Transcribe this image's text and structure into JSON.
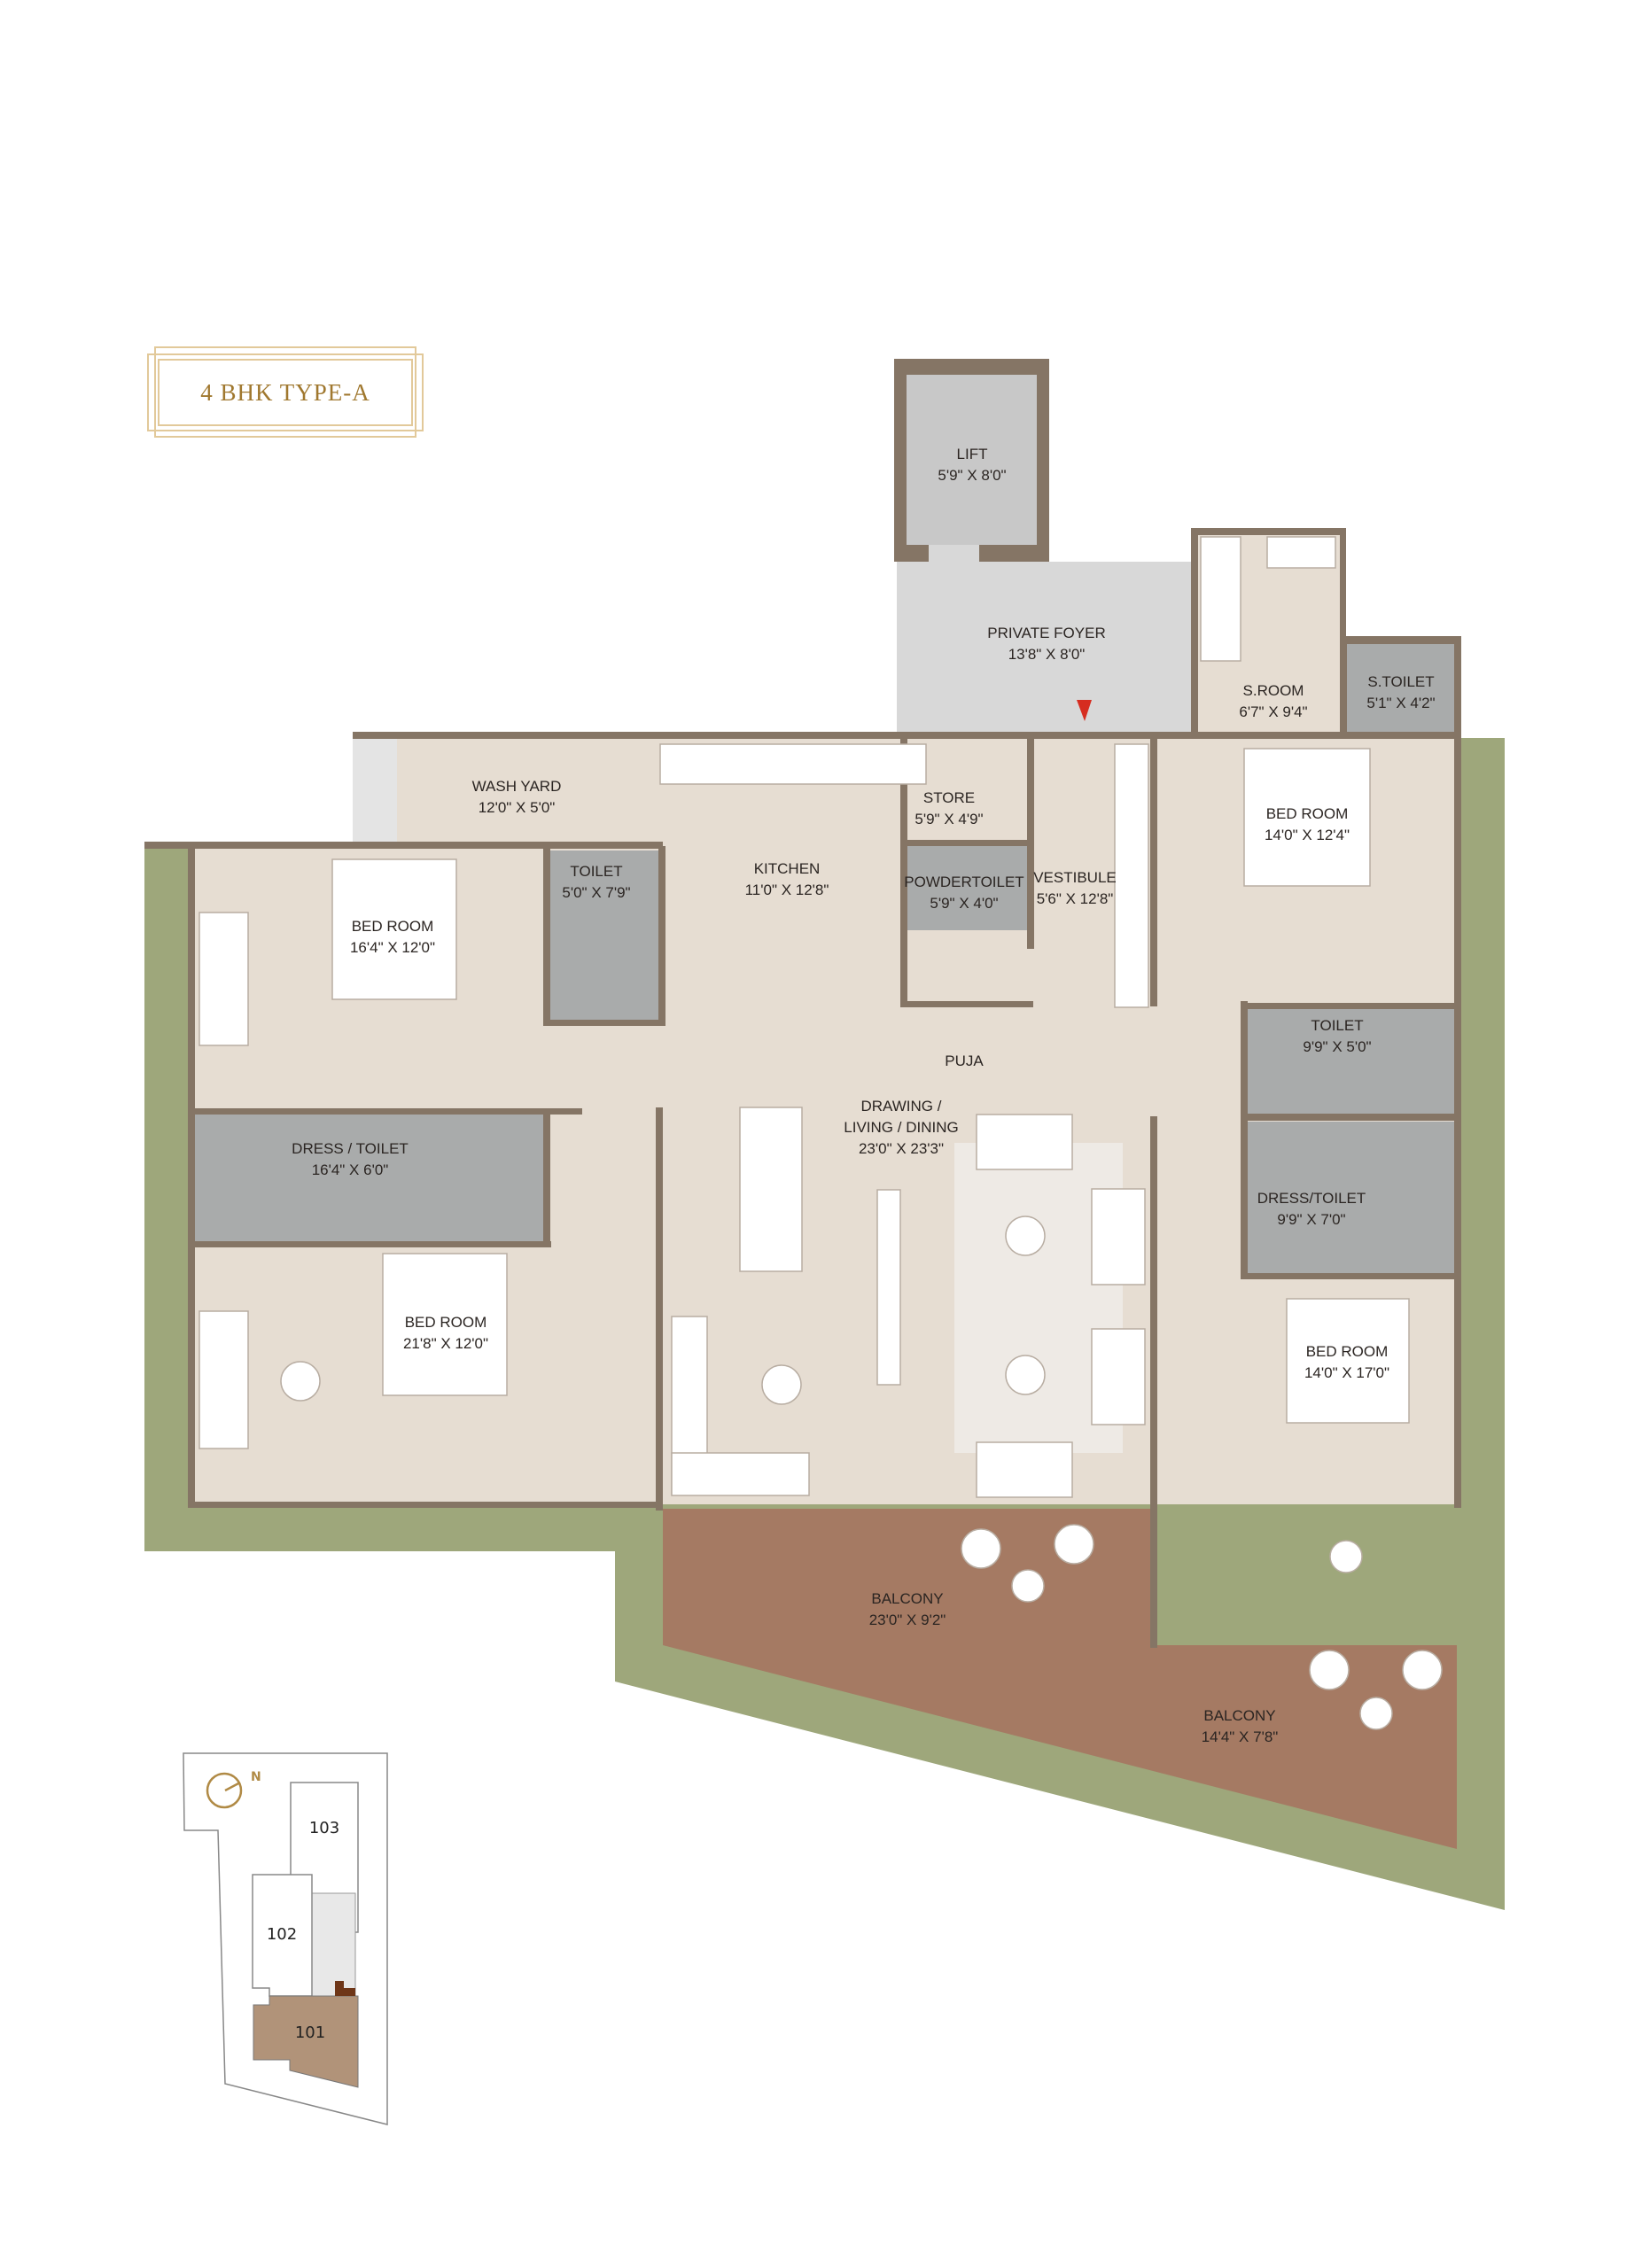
{
  "title": "4 BHK TYPE-A",
  "colors": {
    "wall": "#857565",
    "floor": "#e6ddd2",
    "wet": "#a9abab",
    "foyer": "#d8d8d8",
    "green": "#9ea77b",
    "balcony": "#a57a63",
    "gold": "#b08a45",
    "unit_highlight": "#b19379"
  },
  "rooms": {
    "lift": {
      "name": "LIFT",
      "size": "5'9\" X 8'0\""
    },
    "foyer": {
      "name": "PRIVATE FOYER",
      "size": "13'8\" X 8'0\""
    },
    "sroom": {
      "name": "S.ROOM",
      "size": "6'7\" X 9'4\""
    },
    "stoilet": {
      "name": "S.TOILET",
      "size": "5'1\" X 4'2\""
    },
    "washyard": {
      "name": "WASH YARD",
      "size": "12'0\" X 5'0\""
    },
    "kitchen": {
      "name": "KITCHEN",
      "size": "11'0\" X 12'8\""
    },
    "store": {
      "name": "STORE",
      "size": "5'9\" X 4'9\""
    },
    "powder": {
      "name": "POWDERTOILET",
      "size": "5'9\" X 4'0\""
    },
    "vestibule": {
      "name": "VESTIBULE",
      "size": "5'6\" X 12'8\""
    },
    "bed_ne": {
      "name": "BED ROOM",
      "size": "14'0\" X 12'4\""
    },
    "toilet_w": {
      "name": "TOILET",
      "size": "5'0\" X 7'9\""
    },
    "bed_nw": {
      "name": "BED ROOM",
      "size": "16'4\" X 12'0\""
    },
    "puja": {
      "name": "PUJA"
    },
    "living": {
      "line1": "DRAWING /",
      "line2": "LIVING / DINING",
      "size": "23'0\" X 23'3\""
    },
    "toilet_e": {
      "name": "TOILET",
      "size": "9'9\" X 5'0\""
    },
    "dress_w": {
      "name": "DRESS / TOILET",
      "size": "16'4\" X 6'0\""
    },
    "dress_e": {
      "name": "DRESS/TOILET",
      "size": "9'9\" X 7'0\""
    },
    "bed_sw": {
      "name": "BED ROOM",
      "size": "21'8\" X 12'0\""
    },
    "bed_se": {
      "name": "BED ROOM",
      "size": "14'0\" X 17'0\""
    },
    "balcony1": {
      "name": "BALCONY",
      "size": "23'0\" X 9'2\""
    },
    "balcony2": {
      "name": "BALCONY",
      "size": "14'4\" X 7'8\""
    }
  },
  "key_plan": {
    "north": "N",
    "units": [
      "103",
      "102",
      "101"
    ]
  }
}
